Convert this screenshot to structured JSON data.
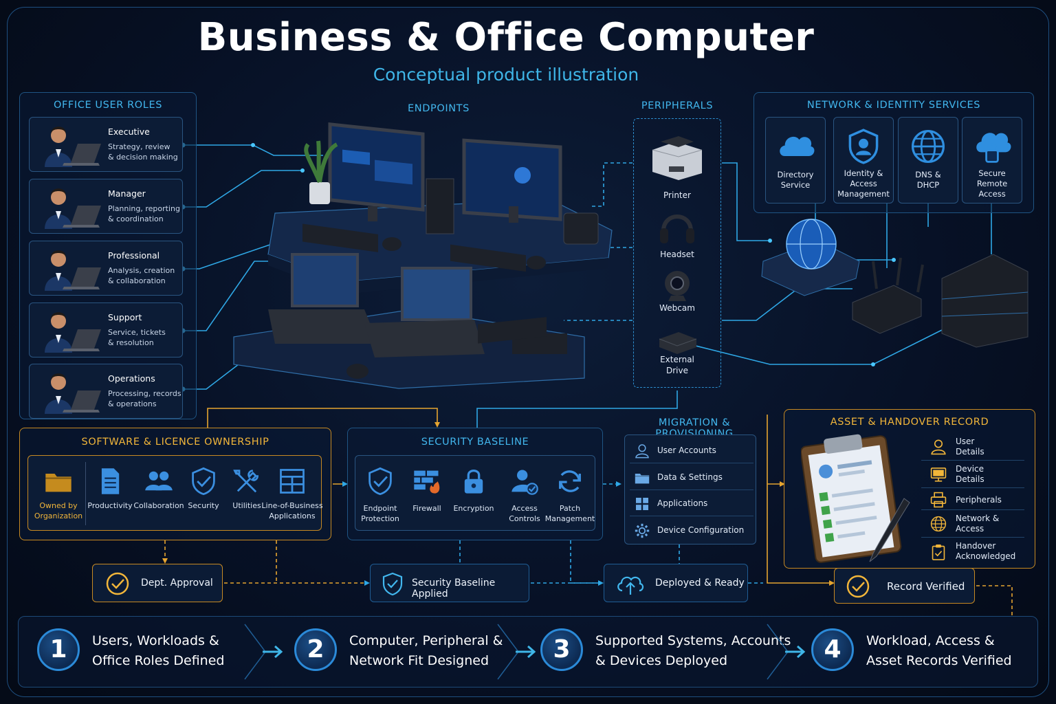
{
  "header": {
    "title": "Business & Office Computer",
    "subtitle": "Conceptual product illustration"
  },
  "roles": {
    "title": "OFFICE USER ROLES",
    "items": [
      {
        "name": "Executive",
        "desc1": "Strategy, review",
        "desc2": "& decision making"
      },
      {
        "name": "Manager",
        "desc1": "Planning, reporting",
        "desc2": "& coordination"
      },
      {
        "name": "Professional",
        "desc1": "Analysis, creation",
        "desc2": "& collaboration"
      },
      {
        "name": "Support",
        "desc1": "Service, tickets",
        "desc2": "& resolution"
      },
      {
        "name": "Operations",
        "desc1": "Processing, records",
        "desc2": "& operations"
      }
    ]
  },
  "endpoints": {
    "title": "ENDPOINTS"
  },
  "peripherals": {
    "title": "PERIPHERALS",
    "items": [
      {
        "l1": "Printer",
        "l2": ""
      },
      {
        "l1": "Headset",
        "l2": ""
      },
      {
        "l1": "Webcam",
        "l2": ""
      },
      {
        "l1": "External",
        "l2": "Drive"
      }
    ]
  },
  "network": {
    "title": "NETWORK & IDENTITY SERVICES",
    "items": [
      {
        "l1": "Directory",
        "l2": "Service",
        "l3": "",
        "icon": "cloud-icon"
      },
      {
        "l1": "Identity &",
        "l2": "Access",
        "l3": "Management",
        "icon": "shield-user-icon"
      },
      {
        "l1": "DNS &",
        "l2": "DHCP",
        "l3": "",
        "icon": "globe-icon"
      },
      {
        "l1": "Secure",
        "l2": "Remote",
        "l3": "Access",
        "icon": "cloud-lock-icon"
      }
    ]
  },
  "software": {
    "title": "SOFTWARE & LICENCE OWNERSHIP",
    "items": [
      {
        "l1": "Owned by",
        "l2": "Organization",
        "icon": "folder-icon"
      },
      {
        "l1": "Productivity",
        "l2": "",
        "icon": "document-icon"
      },
      {
        "l1": "Collaboration",
        "l2": "",
        "icon": "users-icon"
      },
      {
        "l1": "Security",
        "l2": "",
        "icon": "shield-check-icon"
      },
      {
        "l1": "Utilities",
        "l2": "",
        "icon": "tools-icon"
      },
      {
        "l1": "Line-of-Business",
        "l2": "Applications",
        "icon": "grid-window-icon"
      }
    ]
  },
  "security": {
    "title": "SECURITY BASELINE",
    "items": [
      {
        "l1": "Endpoint",
        "l2": "Protection",
        "icon": "shield-check-icon"
      },
      {
        "l1": "Firewall",
        "l2": "",
        "icon": "firewall-icon"
      },
      {
        "l1": "Encryption",
        "l2": "",
        "icon": "padlock-icon"
      },
      {
        "l1": "Access",
        "l2": "Controls",
        "icon": "user-check-icon"
      },
      {
        "l1": "Patch",
        "l2": "Management",
        "icon": "refresh-icon"
      }
    ]
  },
  "migration": {
    "title": "MIGRATION & PROVISIONING",
    "items": [
      {
        "label": "User Accounts",
        "icon": "user-icon"
      },
      {
        "label": "Data & Settings",
        "icon": "folder-icon"
      },
      {
        "label": "Applications",
        "icon": "apps-grid-icon"
      },
      {
        "label": "Device Configuration",
        "icon": "gear-icon"
      }
    ]
  },
  "asset": {
    "title": "ASSET & HANDOVER RECORD",
    "items": [
      {
        "l1": "User",
        "l2": "Details",
        "icon": "user-icon"
      },
      {
        "l1": "Device",
        "l2": "Details",
        "icon": "monitor-icon"
      },
      {
        "l1": "Peripherals",
        "l2": "",
        "icon": "printer-icon"
      },
      {
        "l1": "Network &",
        "l2": "Access",
        "icon": "globe-icon"
      },
      {
        "l1": "Handover",
        "l2": "Acknowledged",
        "icon": "clipboard-icon"
      }
    ]
  },
  "statuses": {
    "dept": "Dept. Approval",
    "security": "Security Baseline Applied",
    "deployed": "Deployed & Ready",
    "verified": "Record Verified"
  },
  "steps": [
    {
      "num": "1",
      "l1": "Users, Workloads &",
      "l2": "Office Roles Defined"
    },
    {
      "num": "2",
      "l1": "Computer, Peripheral &",
      "l2": "Network Fit Designed"
    },
    {
      "num": "3",
      "l1": "Supported Systems, Accounts",
      "l2": "& Devices Deployed"
    },
    {
      "num": "4",
      "l1": "Workload, Access &",
      "l2": "Asset Records Verified"
    }
  ],
  "colors": {
    "accent": "#42b7ee",
    "gold": "#f2b63a",
    "panel_border": "#1f5584",
    "background": "#071126"
  }
}
